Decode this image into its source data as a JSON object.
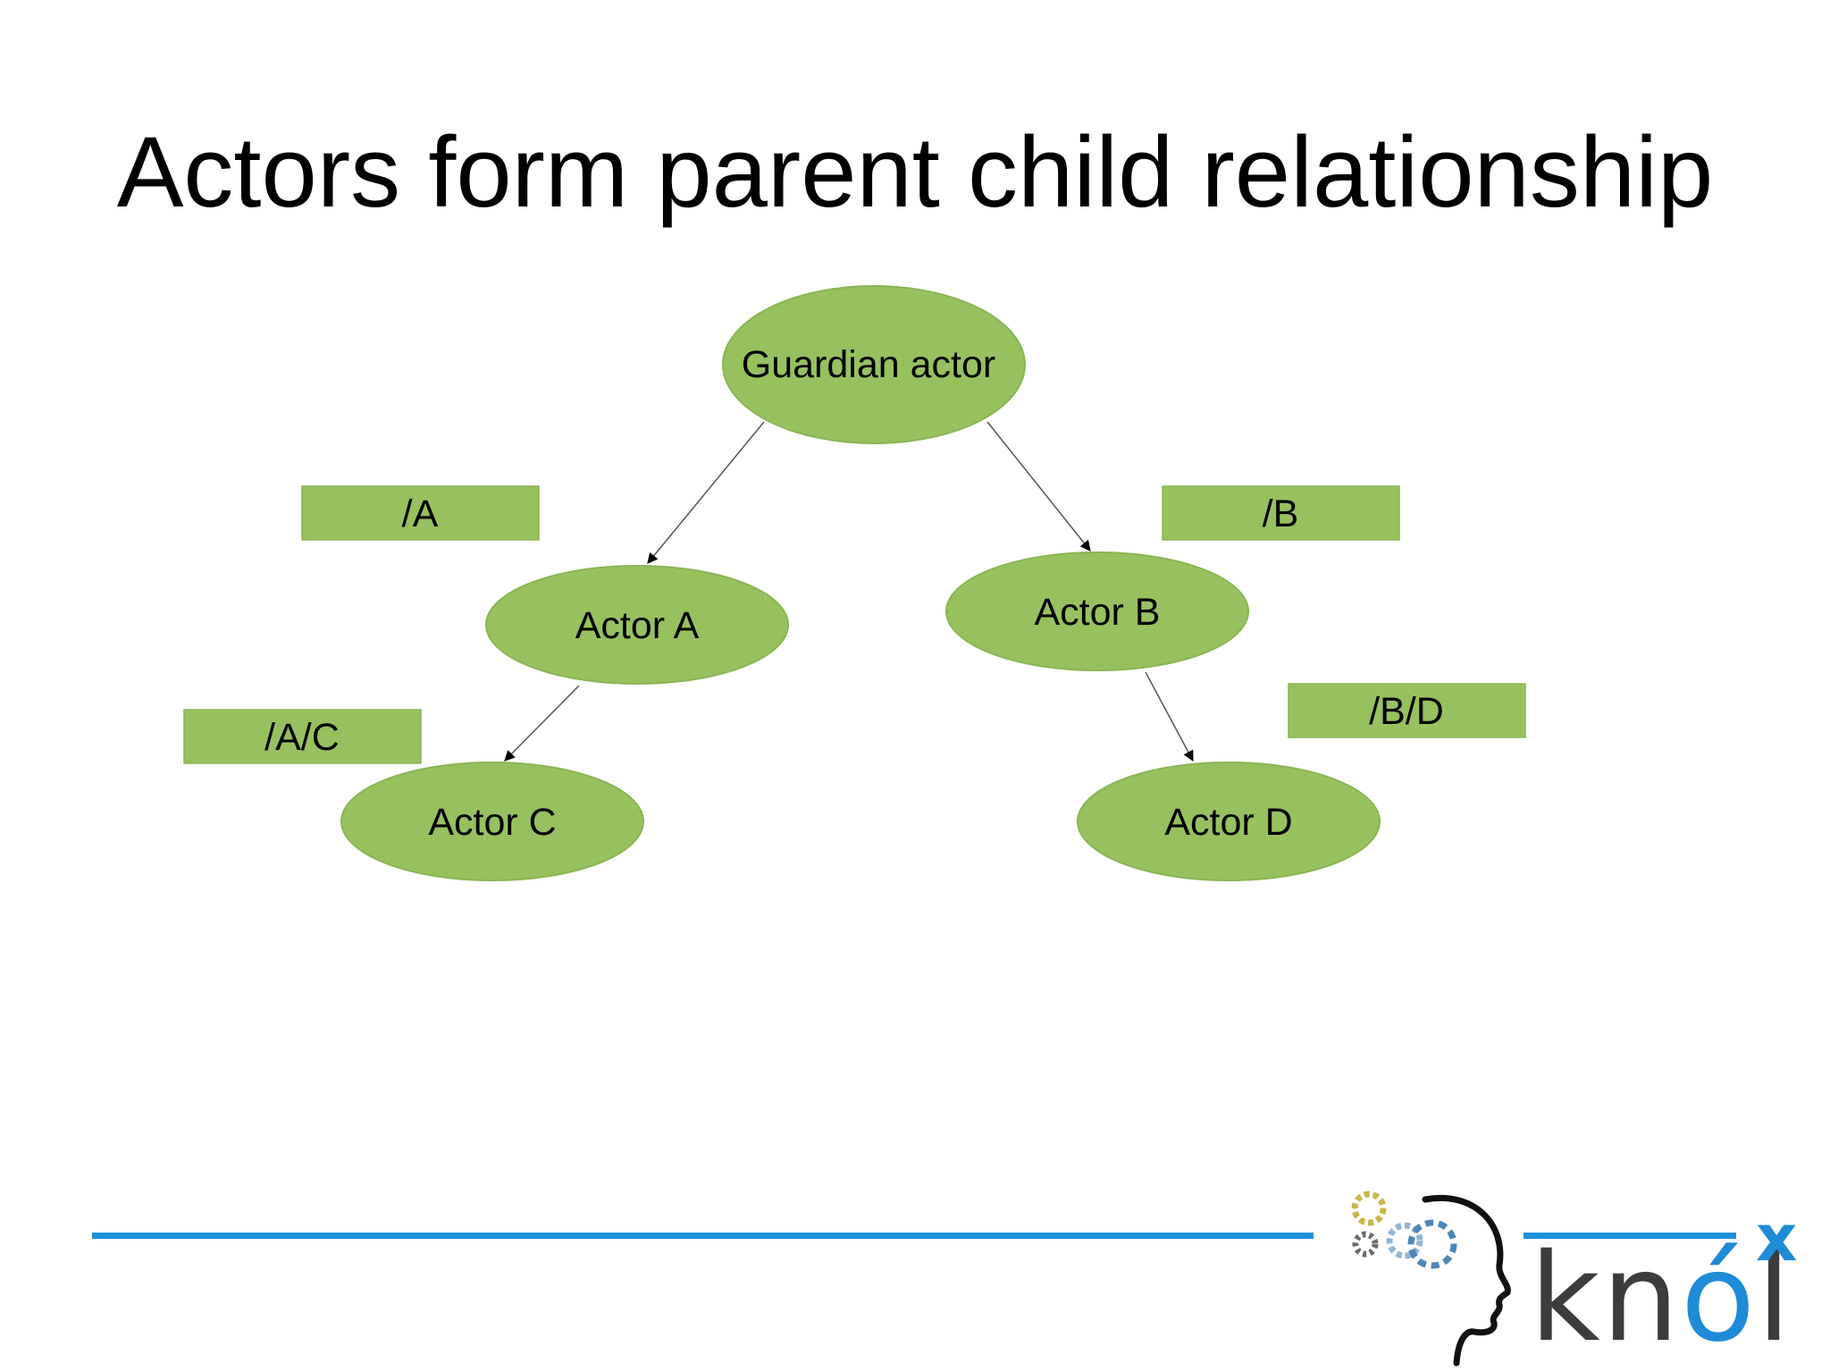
{
  "slide": {
    "title": "Actors form parent child relationship"
  },
  "colors": {
    "node_fill": "#97c15f",
    "node_stroke": "#8ab455",
    "edge": "#555555",
    "footer_line": "#1e90dc",
    "logo_text": "#3c3c3c",
    "logo_accent": "#1e8bd6"
  },
  "diagram": {
    "nodes": [
      {
        "id": "guardian",
        "label": "Guardian actor"
      },
      {
        "id": "actor-a",
        "label": "Actor A"
      },
      {
        "id": "actor-b",
        "label": "Actor B"
      },
      {
        "id": "actor-c",
        "label": "Actor C"
      },
      {
        "id": "actor-d",
        "label": "Actor D"
      }
    ],
    "edges": [
      {
        "from": "guardian",
        "to": "actor-a"
      },
      {
        "from": "guardian",
        "to": "actor-b"
      },
      {
        "from": "actor-a",
        "to": "actor-c"
      },
      {
        "from": "actor-b",
        "to": "actor-d"
      }
    ],
    "path_labels": [
      {
        "for": "actor-a",
        "text": "/A"
      },
      {
        "for": "actor-b",
        "text": "/B"
      },
      {
        "for": "actor-c",
        "text": "/A/C"
      },
      {
        "for": "actor-d",
        "text": "/B/D"
      }
    ]
  },
  "logo": {
    "word_start": "kn",
    "word_accent": "ó",
    "word_end": "l",
    "superscript": "x"
  }
}
